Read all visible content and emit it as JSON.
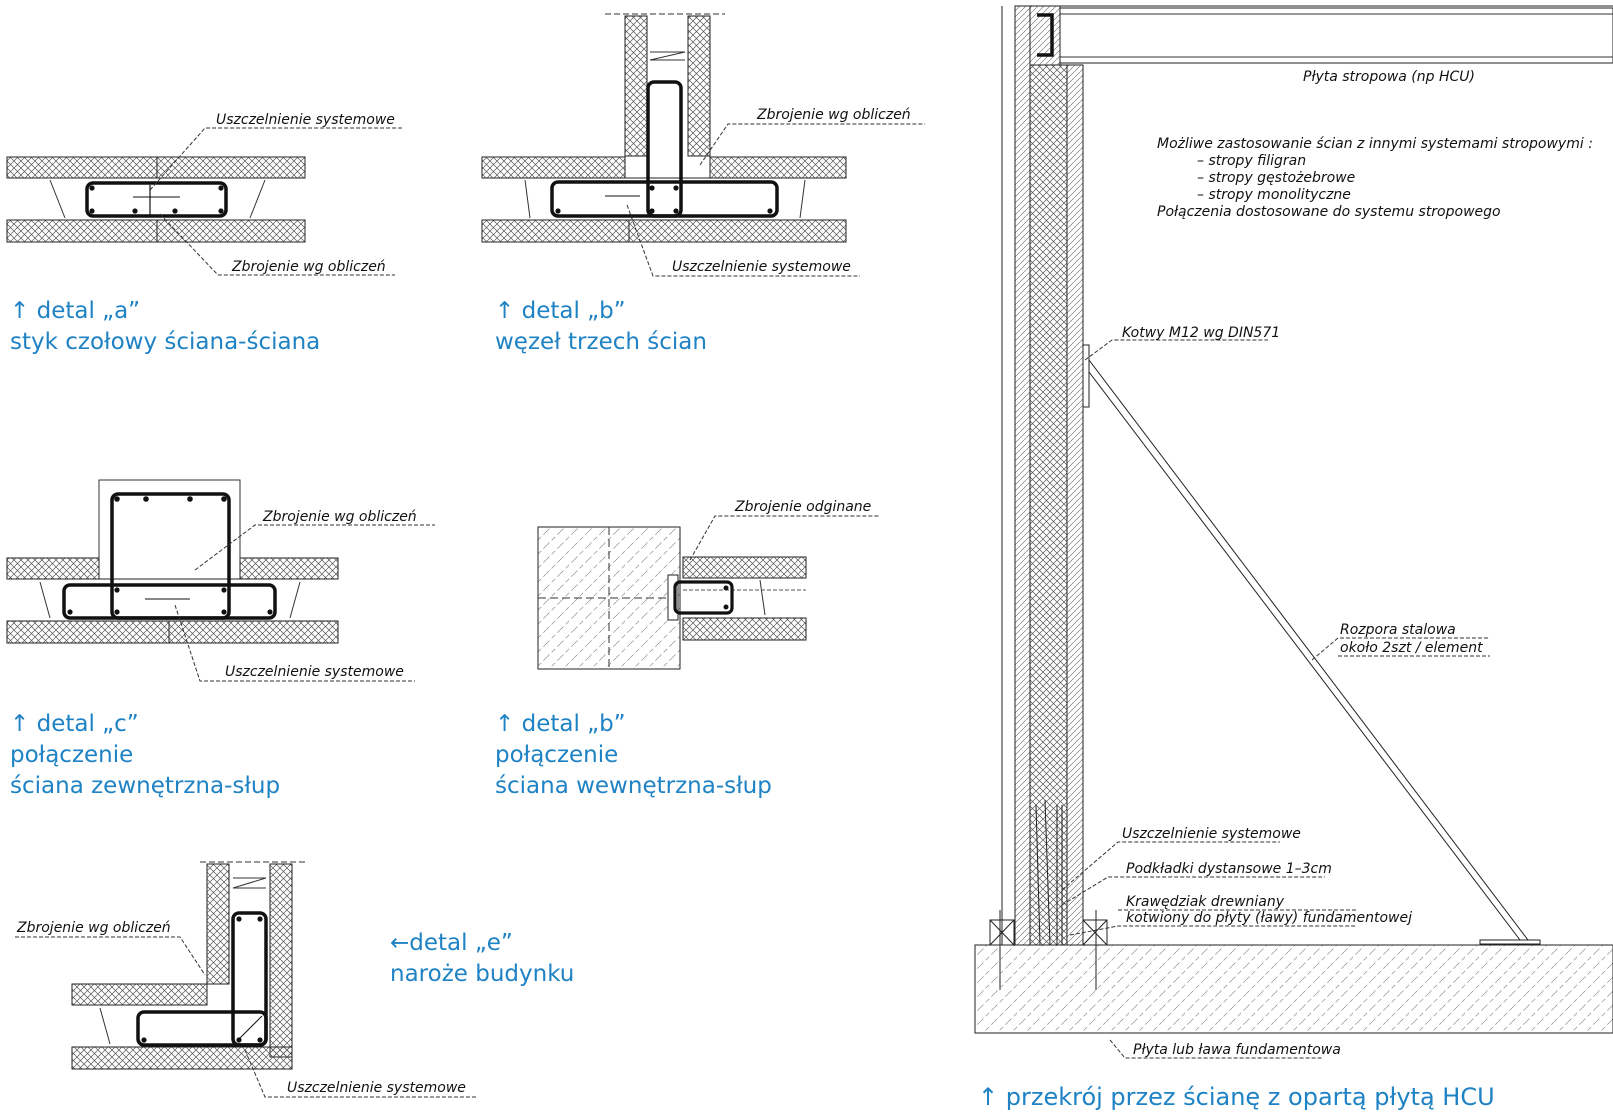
{
  "captions": {
    "a": {
      "arrow": "↑",
      "line1": "detal „a”",
      "line2": "styk czołowy ściana-ściana"
    },
    "b": {
      "arrow": "↑",
      "line1": "detal „b”",
      "line2": "węzeł trzech ścian"
    },
    "c": {
      "arrow": "↑",
      "line1": "detal „c”",
      "line2": "połączenie",
      "line3": "ściana zewnętrzna-słup"
    },
    "d": {
      "arrow": "↑",
      "line1": "detal „b”",
      "line2": "połączenie",
      "line3": "ściana wewnętrzna-słup"
    },
    "e": {
      "arrow": "←",
      "line1": "detal „e”",
      "line2": "naroże budynku"
    },
    "section": {
      "arrow": "↑",
      "line1": "przekrój przez ścianę z opartą płytą HCU"
    }
  },
  "labels": {
    "a_seal": "Uszczelnienie systemowe",
    "a_rebar": "Zbrojenie wg obliczeń",
    "b_rebar": "Zbrojenie wg obliczeń",
    "b_seal": "Uszczelnienie systemowe",
    "c_rebar": "Zbrojenie wg obliczeń",
    "c_seal": "Uszczelnienie systemowe",
    "d_rebar": "Zbrojenie odginane",
    "e_rebar": "Zbrojenie wg obliczeń",
    "e_seal": "Uszczelnienie systemowe"
  },
  "section": {
    "slab": "Płyta stropowa (np HCU)",
    "note_title": "Możliwe zastosowanie ścian z innymi systemami stropowymi :",
    "note_items": [
      "– stropy filigran",
      "– stropy gęstożebrowe",
      "– stropy monolityczne"
    ],
    "note_footer": "Połączenia dostosowane do systemu stropowego",
    "anchors": "Kotwy M12 wg DIN571",
    "brace_1": "Rozpora stalowa",
    "brace_2": "około 2szt / element",
    "seal": "Uszczelnienie systemowe",
    "spacers": "Podkładki dystansowe 1–3cm",
    "timber_1": "Krawędziak drewniany",
    "timber_2": "kotwiony do płyty (ławy) fundamentowej",
    "foundation": "Płyta lub ława fundamentowa"
  }
}
